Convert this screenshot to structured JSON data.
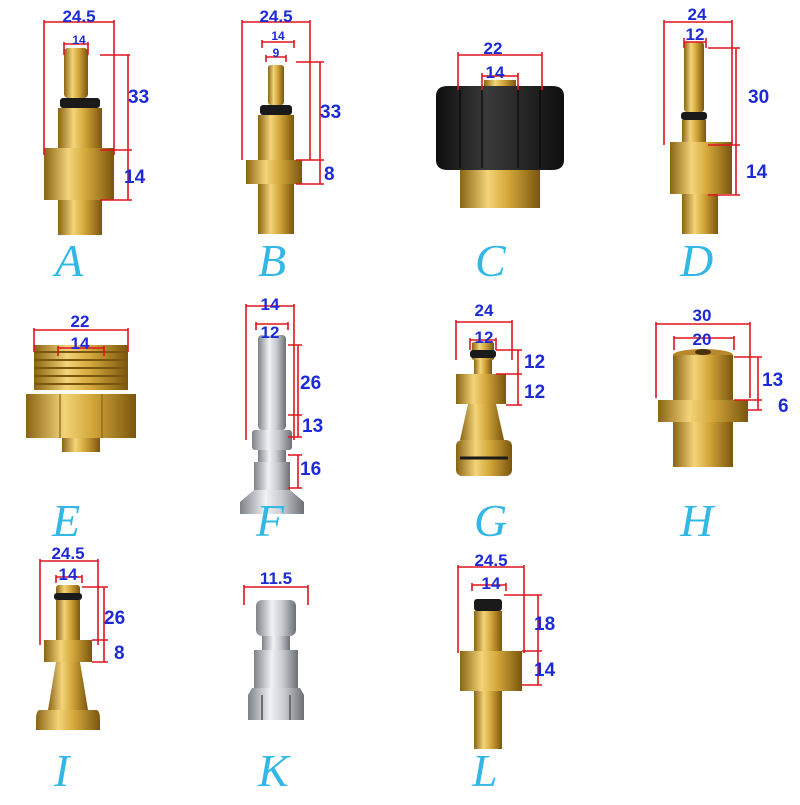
{
  "colors": {
    "brass": "#d4a73a",
    "brass_dark": "#8a6414",
    "label": "#33b8e6",
    "dim_text": "#1d2bd6",
    "dim_line": "#e0141e",
    "steel": "#c8cbcf",
    "rubber": "#1e1e1e"
  },
  "items": [
    {
      "id": "A",
      "letter": "A",
      "dims": [
        "24.5",
        "14",
        "33",
        "14"
      ]
    },
    {
      "id": "B",
      "letter": "B",
      "dims": [
        "24.5",
        "14",
        "9",
        "33",
        "8"
      ]
    },
    {
      "id": "C",
      "letter": "C",
      "dims": [
        "22",
        "14"
      ]
    },
    {
      "id": "D",
      "letter": "D",
      "dims": [
        "24",
        "12",
        "30",
        "14"
      ]
    },
    {
      "id": "E",
      "letter": "E",
      "dims": [
        "22",
        "14"
      ]
    },
    {
      "id": "F",
      "letter": "F",
      "dims": [
        "14",
        "12",
        "26",
        "13",
        "16"
      ]
    },
    {
      "id": "G",
      "letter": "G",
      "dims": [
        "24",
        "12",
        "12",
        "12"
      ]
    },
    {
      "id": "H",
      "letter": "H",
      "dims": [
        "30",
        "20",
        "13",
        "6"
      ]
    },
    {
      "id": "I",
      "letter": "I",
      "dims": [
        "24.5",
        "14",
        "26",
        "8"
      ]
    },
    {
      "id": "K",
      "letter": "K",
      "dims": [
        "11.5"
      ]
    },
    {
      "id": "L",
      "letter": "L",
      "dims": [
        "24.5",
        "14",
        "18",
        "14"
      ]
    }
  ]
}
